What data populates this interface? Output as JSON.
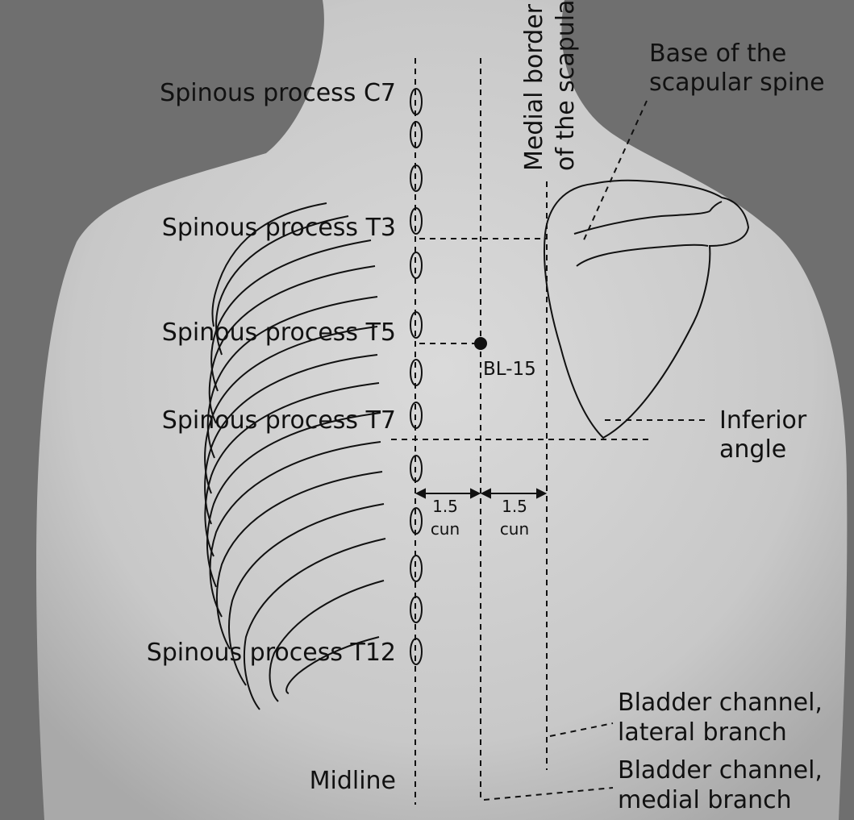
{
  "labels": {
    "c7": "Spinous process C7",
    "t3": "Spinous process T3",
    "t5": "Spinous process T5",
    "t7": "Spinous process T7",
    "t12": "Spinous process T12",
    "medial_border_line1": "Medial border",
    "medial_border_line2": "of the scapula",
    "base_spine_line1": "Base of the",
    "base_spine_line2": "scapular spine",
    "point": "BL-15",
    "inferior_line1": "Inferior",
    "inferior_line2": "angle",
    "cun_left_value": "1.5",
    "cun_left_unit": "cun",
    "cun_right_value": "1.5",
    "cun_right_unit": "cun",
    "lateral_line1": "Bladder channel,",
    "lateral_line2": "lateral branch",
    "medial_line1": "Bladder channel,",
    "medial_line2": "medial branch",
    "midline": "Midline"
  },
  "colors": {
    "background": "#6f6f6f",
    "skin_light": "#d6d6d6",
    "skin_mid": "#bdbdbd",
    "ink": "#111111"
  }
}
